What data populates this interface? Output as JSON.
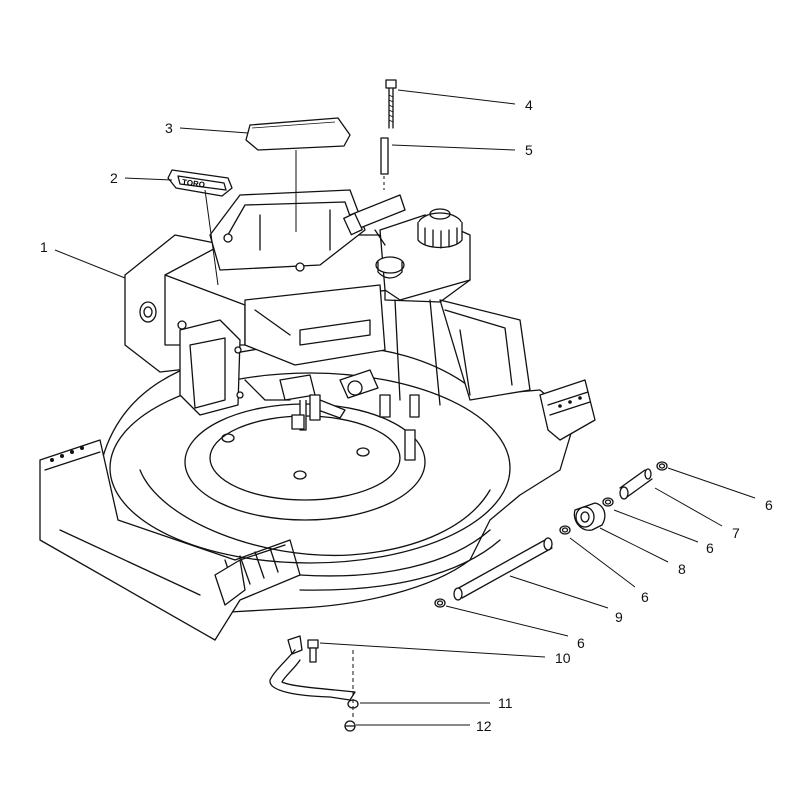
{
  "callouts": {
    "c1": "1",
    "c2": "2",
    "c3": "3",
    "c4": "4",
    "c5": "5",
    "c6a": "6",
    "c6b": "6",
    "c6c": "6",
    "c6d": "6",
    "c7": "7",
    "c8": "8",
    "c9": "9",
    "c10": "10",
    "c11": "11",
    "c12": "12"
  },
  "decal_text": "TORO"
}
